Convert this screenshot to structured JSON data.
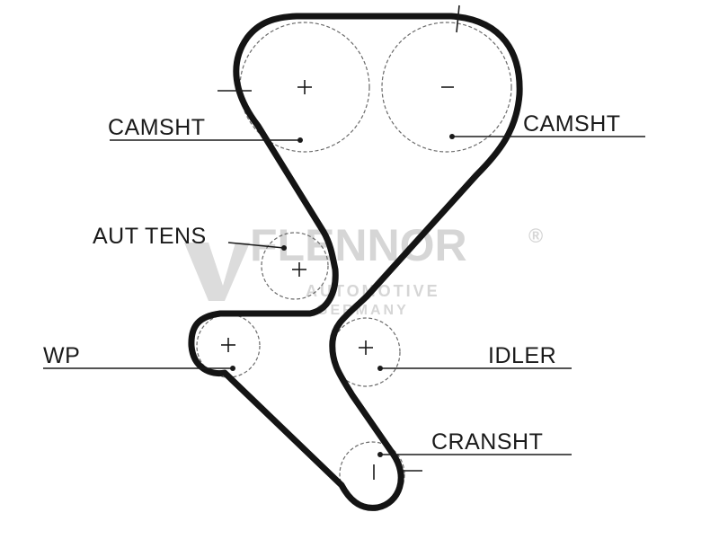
{
  "watermark": {
    "brand": "FLENNOR",
    "registered": "®",
    "line1": "AUTOMOTIVE",
    "line2": "GERMANY"
  },
  "labels": {
    "camshaft_left": "CAMSHT",
    "camshaft_right": "CAMSHT",
    "auto_tensioner": "AUT TENS",
    "water_pump": "WP",
    "idler": "IDLER",
    "crankshaft": "CRANSHT"
  },
  "colors": {
    "belt": "#141414",
    "pulley_outline": "#6a6a6a",
    "watermark": "#d6d6d6"
  }
}
